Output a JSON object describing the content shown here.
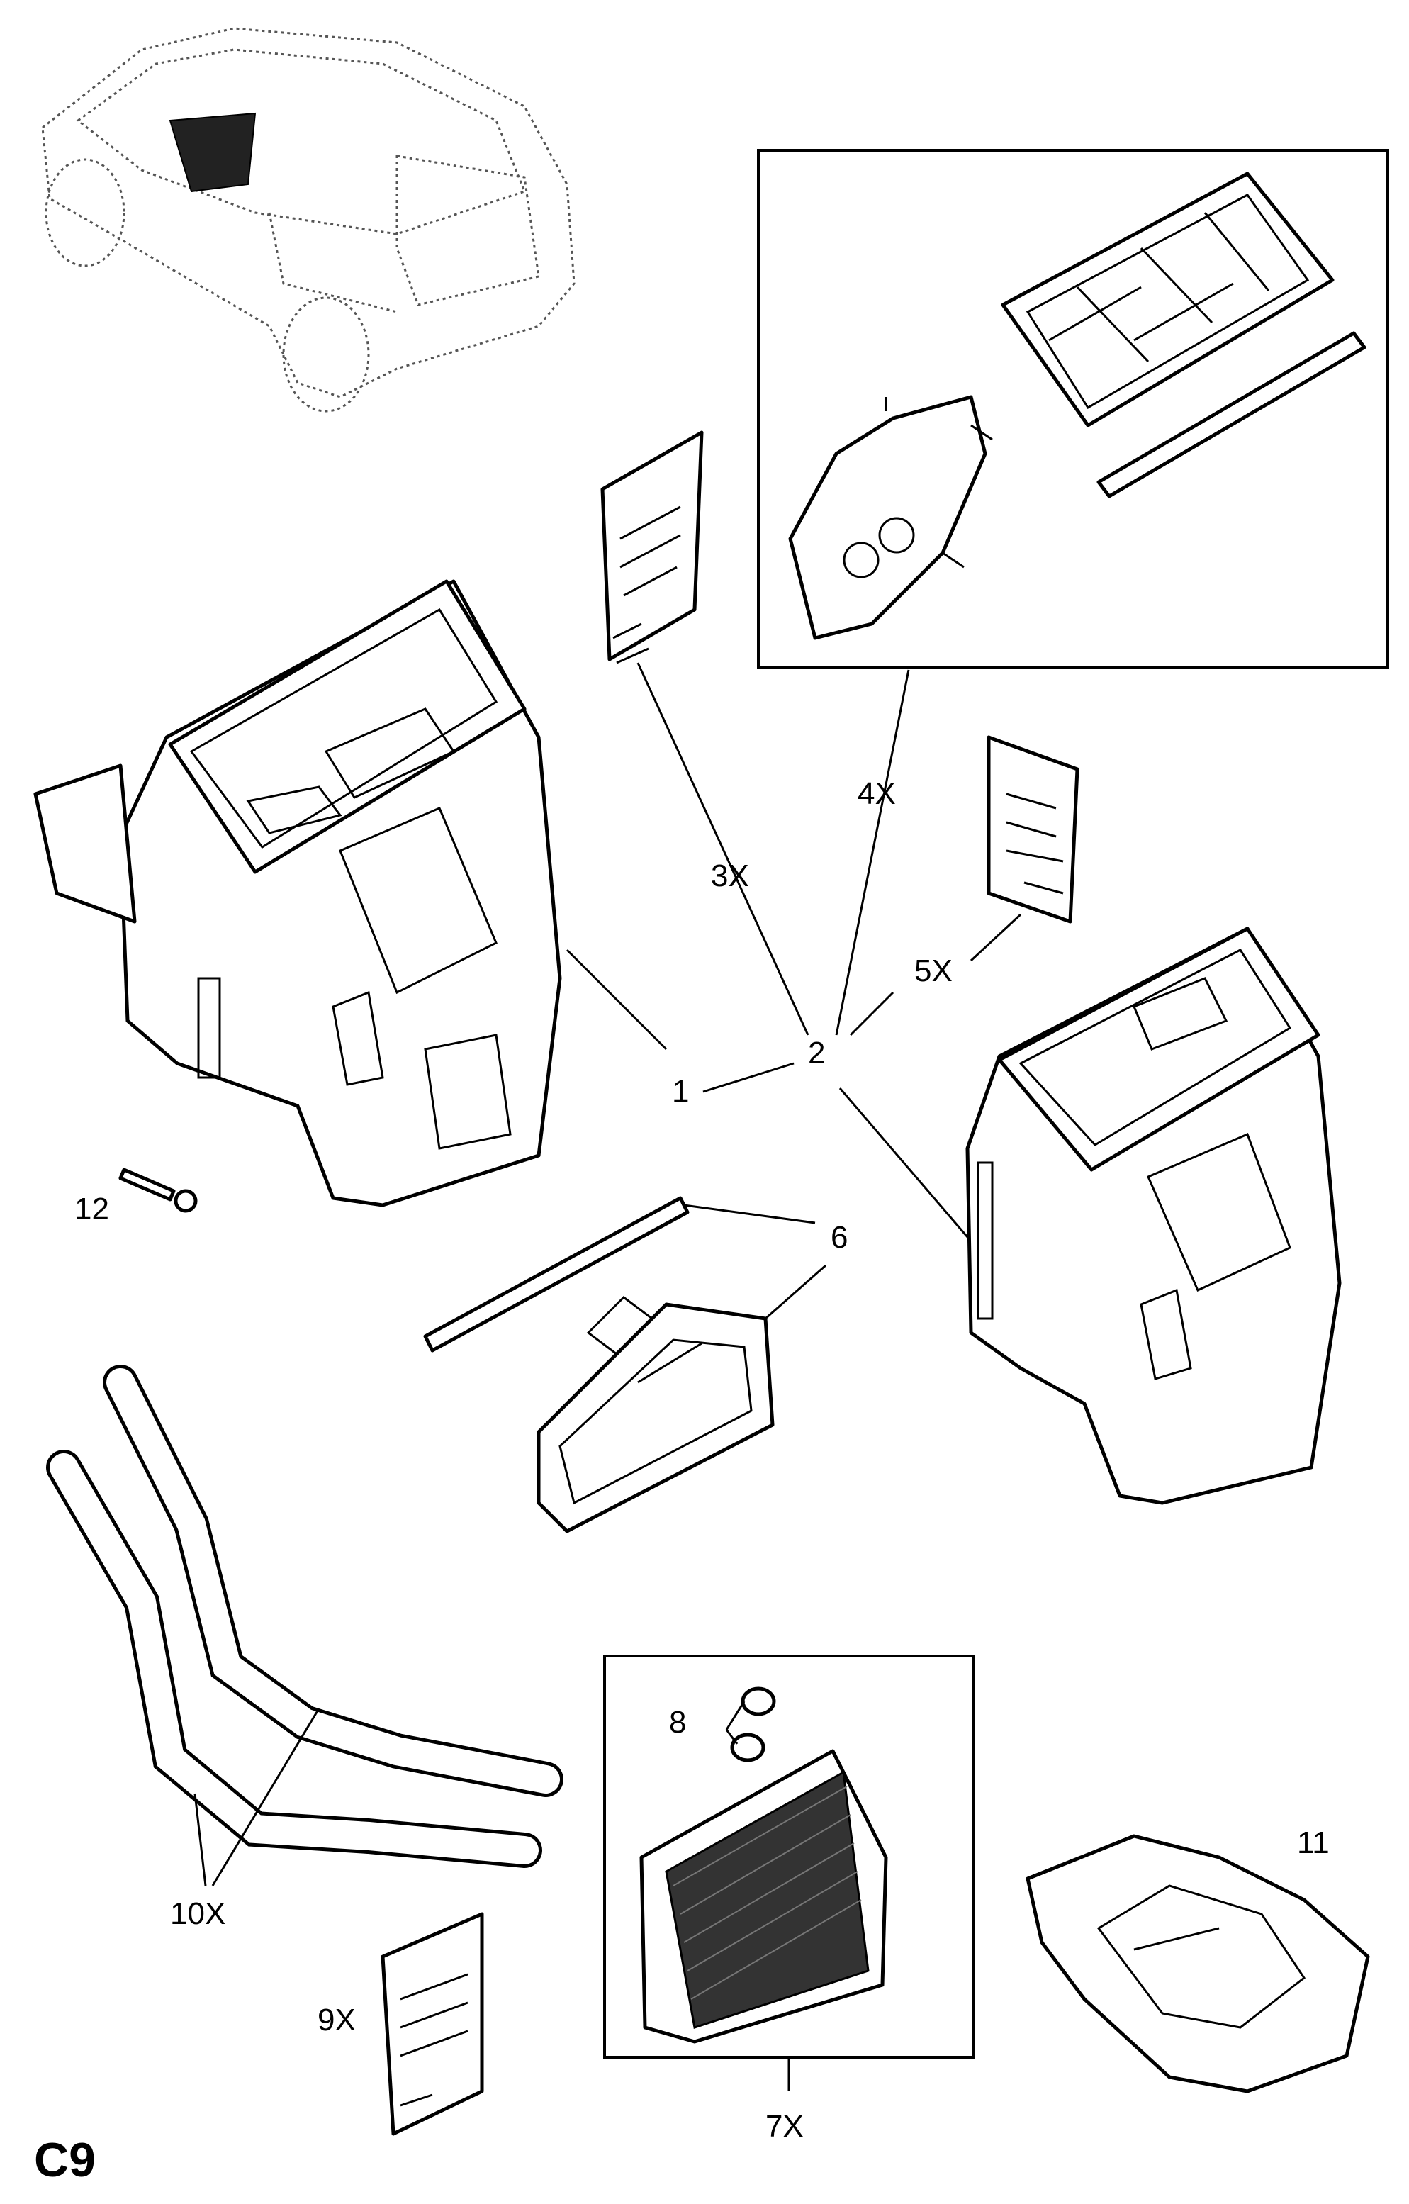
{
  "page_code": "C9",
  "callouts": {
    "c1": "1",
    "c2": "2",
    "c3": "3X",
    "c4": "4X",
    "c5": "5X",
    "c6": "6",
    "c7": "7X",
    "c8": "8",
    "c9": "9X",
    "c10": "10X",
    "c11": "11",
    "c12": "12"
  }
}
